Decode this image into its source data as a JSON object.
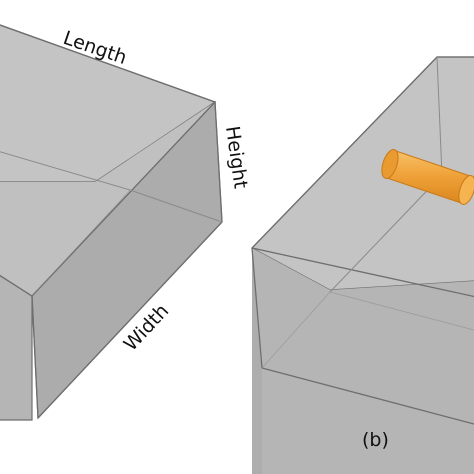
{
  "figure": {
    "labels": {
      "length": "Length",
      "height": "Height",
      "width": "Width",
      "panel_b": "(b)"
    },
    "colors": {
      "face_top": "#c4c4c4",
      "face_front": "#b7b7b7",
      "face_side": "#a9a9a9",
      "edge": "#6e6e6e",
      "inner_edge": "#8a8a8a",
      "cylinder_body": "#f0a33a",
      "cylinder_cap": "#f5b450",
      "cylinder_edge": "#c97a18"
    },
    "icons": {
      "left_box": "rectangular-box-icon",
      "right_box": "rectangular-box-icon",
      "cylinder": "cylinder-icon"
    }
  }
}
